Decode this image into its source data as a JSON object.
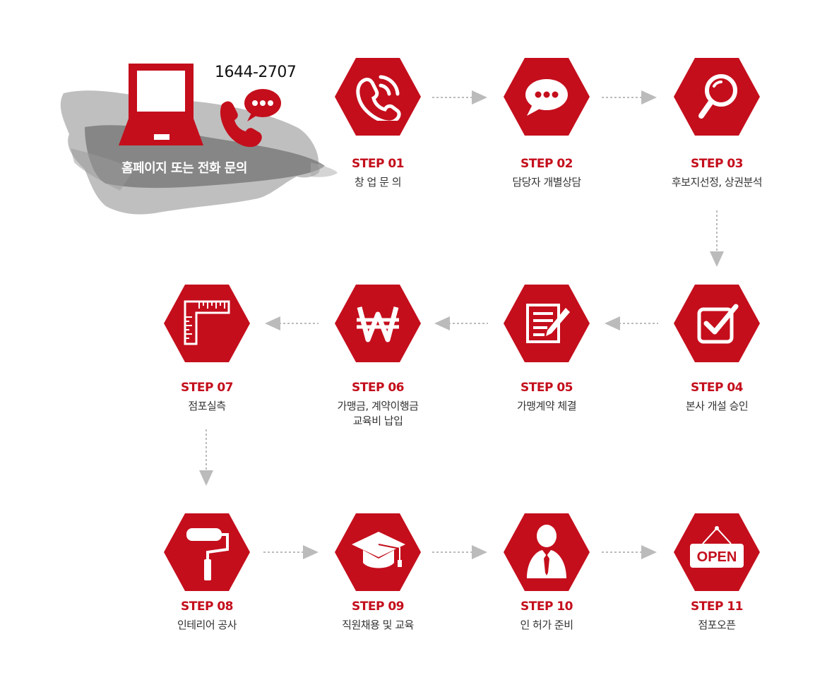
{
  "intro": {
    "phone": "1644-2707",
    "label": "홈페이지 또는 전화 문의"
  },
  "colors": {
    "accent": "#c40e1c",
    "arrow": "#bbbbbb"
  },
  "steps": [
    {
      "title": "STEP 01",
      "desc": "창 업 문 의",
      "icon": "phone-call-icon"
    },
    {
      "title": "STEP 02",
      "desc": "담당자 개별상담",
      "icon": "chat-bubble-icon"
    },
    {
      "title": "STEP 03",
      "desc": "후보지선정, 상권분석",
      "icon": "magnifier-icon"
    },
    {
      "title": "STEP 04",
      "desc": "본사 개설 승인",
      "icon": "checkbox-icon"
    },
    {
      "title": "STEP 05",
      "desc": "가맹계약 체결",
      "icon": "contract-pen-icon"
    },
    {
      "title": "STEP 06",
      "desc": "가맹금, 계약이행금",
      "desc2": "교육비 납입",
      "icon": "won-icon"
    },
    {
      "title": "STEP 07",
      "desc": "점포실측",
      "icon": "ruler-icon"
    },
    {
      "title": "STEP 08",
      "desc": "인테리어 공사",
      "icon": "paint-roller-icon"
    },
    {
      "title": "STEP 09",
      "desc": "직원채용 및 교육",
      "icon": "graduation-cap-icon"
    },
    {
      "title": "STEP 10",
      "desc": "인 허가 준비",
      "icon": "person-tie-icon"
    },
    {
      "title": "STEP 11",
      "desc": "점포오픈",
      "icon": "open-sign-icon",
      "sign_text": "OPEN"
    }
  ]
}
